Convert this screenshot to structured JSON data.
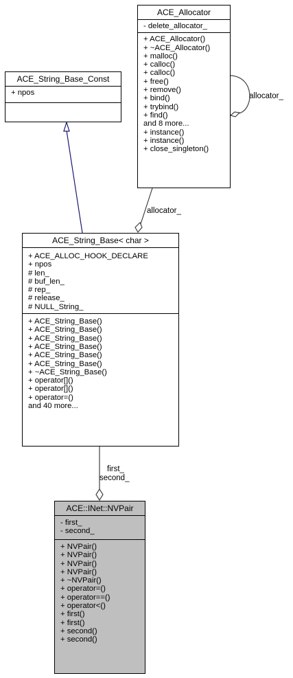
{
  "classes": {
    "allocator": {
      "title": "ACE_Allocator",
      "attributes": [
        "- delete_allocator_"
      ],
      "methods": [
        "+ ACE_Allocator()",
        "+ ~ACE_Allocator()",
        "+ malloc()",
        "+ calloc()",
        "+ calloc()",
        "+ free()",
        "+ remove()",
        "+ bind()",
        "+ trybind()",
        "+ find()",
        "and 8 more...",
        "+ instance()",
        "+ instance()",
        "+ close_singleton()"
      ]
    },
    "string_base_const": {
      "title": "ACE_String_Base_Const",
      "attributes": [
        "+ npos"
      ],
      "methods": []
    },
    "string_base": {
      "title": "ACE_String_Base< char >",
      "attributes": [
        "+ ACE_ALLOC_HOOK_DECLARE",
        "+ npos",
        "# len_",
        "# buf_len_",
        "# rep_",
        "# release_",
        "# NULL_String_"
      ],
      "methods": [
        "+ ACE_String_Base()",
        "+ ACE_String_Base()",
        "+ ACE_String_Base()",
        "+ ACE_String_Base()",
        "+ ACE_String_Base()",
        "+ ACE_String_Base()",
        "+ ~ACE_String_Base()",
        "+ operator[]()",
        "+ operator[]()",
        "+ operator=()",
        "and 40 more..."
      ]
    },
    "nvpair": {
      "title": "ACE::INet::NVPair",
      "attributes": [
        "- first_",
        "- second_"
      ],
      "methods": [
        "+ NVPair()",
        "+ NVPair()",
        "+ NVPair()",
        "+ NVPair()",
        "+ ~NVPair()",
        "+ operator=()",
        "+ operator==()",
        "+ operator<()",
        "+ first()",
        "+ first()",
        "+ second()",
        "+ second()"
      ]
    }
  },
  "edges": {
    "self_allocator_label": "allocator_",
    "allocator_label": "allocator_",
    "first_label": "first_",
    "second_label": "second_"
  },
  "colors": {
    "inheritance_edge": "#191970",
    "association_edge": "#404040",
    "highlight_fill": "#bfbfbf"
  }
}
